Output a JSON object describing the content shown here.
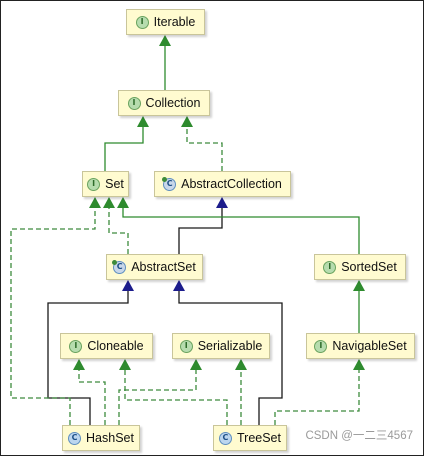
{
  "nodes": {
    "iterable": {
      "label": "Iterable",
      "kind": "interface"
    },
    "collection": {
      "label": "Collection",
      "kind": "interface"
    },
    "set": {
      "label": "Set",
      "kind": "interface"
    },
    "abstractcollection": {
      "label": "AbstractCollection",
      "kind": "abstract-class"
    },
    "abstractset": {
      "label": "AbstractSet",
      "kind": "abstract-class"
    },
    "sortedset": {
      "label": "SortedSet",
      "kind": "interface"
    },
    "cloneable": {
      "label": "Cloneable",
      "kind": "interface"
    },
    "serializable": {
      "label": "Serializable",
      "kind": "interface"
    },
    "navigableset": {
      "label": "NavigableSet",
      "kind": "interface"
    },
    "hashset": {
      "label": "HashSet",
      "kind": "class"
    },
    "treeset": {
      "label": "TreeSet",
      "kind": "class"
    }
  },
  "badges": {
    "interface": "I",
    "class": "C",
    "abstract-class": "C"
  },
  "edges": [
    {
      "from": "collection",
      "to": "iterable",
      "relation": "extends"
    },
    {
      "from": "set",
      "to": "collection",
      "relation": "extends"
    },
    {
      "from": "abstractcollection",
      "to": "collection",
      "relation": "implements"
    },
    {
      "from": "abstractset",
      "to": "set",
      "relation": "implements"
    },
    {
      "from": "abstractset",
      "to": "abstractcollection",
      "relation": "extends"
    },
    {
      "from": "sortedset",
      "to": "set",
      "relation": "extends"
    },
    {
      "from": "navigableset",
      "to": "sortedset",
      "relation": "extends"
    },
    {
      "from": "hashset",
      "to": "abstractset",
      "relation": "extends"
    },
    {
      "from": "treeset",
      "to": "abstractset",
      "relation": "extends"
    },
    {
      "from": "hashset",
      "to": "set",
      "relation": "implements"
    },
    {
      "from": "hashset",
      "to": "cloneable",
      "relation": "implements"
    },
    {
      "from": "hashset",
      "to": "serializable",
      "relation": "implements"
    },
    {
      "from": "treeset",
      "to": "cloneable",
      "relation": "implements"
    },
    {
      "from": "treeset",
      "to": "serializable",
      "relation": "implements"
    },
    {
      "from": "treeset",
      "to": "navigableset",
      "relation": "implements"
    }
  ],
  "colors": {
    "extends_interface": "#2e8b2e",
    "extends_class": "#1a1a1a",
    "extends_class_arrow": "#1c1c8c",
    "implements": "#3d8b3d"
  },
  "watermark": "CSDN @一二三4567"
}
